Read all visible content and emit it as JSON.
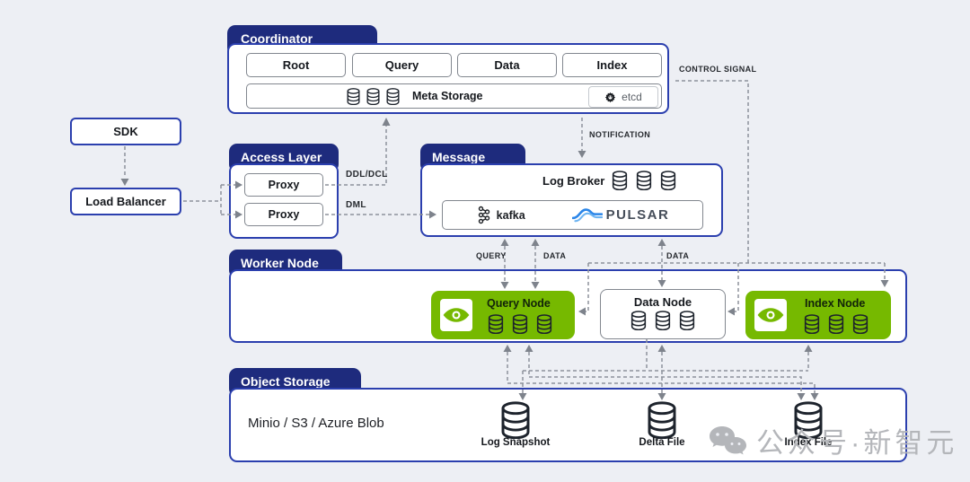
{
  "colors": {
    "navy": "#1e2b7d",
    "panel_border_blue": "#2b3fae",
    "nvidia_green": "#76b900",
    "pulsar_blue": "#2a85e8",
    "dash_gray": "#8d929b",
    "watermark_gray": "#b4b6ba",
    "background": "#edeff4"
  },
  "groups": {
    "coordinator": {
      "tab": "Coordinator",
      "nodes": [
        "Root",
        "Query",
        "Data",
        "Index"
      ],
      "meta_storage": {
        "label": "Meta Storage",
        "etcd": "etcd"
      }
    },
    "client": {
      "sdk": "SDK",
      "load_balancer": "Load Balancer"
    },
    "access_layer": {
      "tab": "Access Layer",
      "proxies": [
        "Proxy",
        "Proxy"
      ]
    },
    "message": {
      "tab": "Message",
      "log_broker": "Log Broker",
      "kafka": "kafka",
      "pulsar": "PULSAR"
    },
    "worker": {
      "tab": "Worker Node",
      "nodes": [
        {
          "label": "Query Node",
          "accelerated": true
        },
        {
          "label": "Data Node",
          "accelerated": false
        },
        {
          "label": "Index Node",
          "accelerated": true
        }
      ]
    },
    "object_storage": {
      "tab": "Object Storage",
      "backend": "Minio / S3 / Azure Blob",
      "files": [
        "Log Snapshot",
        "Delta File",
        "Index File"
      ]
    }
  },
  "edge_labels": {
    "control_signal": "CONTROL SIGNAL",
    "notification": "NOTIFICATION",
    "ddl_dcl": "DDL/DCL",
    "dml": "DML",
    "query": "QUERY",
    "data_message": "DATA",
    "data_node": "DATA"
  },
  "watermark": "公众号·新智元"
}
